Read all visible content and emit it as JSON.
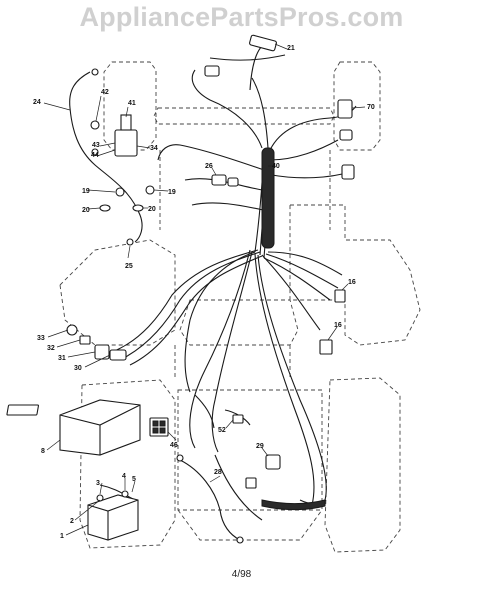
{
  "watermark": {
    "text": "AppliancePartsPros.com"
  },
  "footer": {
    "text": "4/98"
  },
  "callouts": [
    {
      "id": "c1",
      "text": "1"
    },
    {
      "id": "c2",
      "text": "2"
    },
    {
      "id": "c3",
      "text": "3"
    },
    {
      "id": "c4",
      "text": "4"
    },
    {
      "id": "c5",
      "text": "5"
    },
    {
      "id": "c8",
      "text": "8"
    },
    {
      "id": "c16a",
      "text": "16"
    },
    {
      "id": "c16b",
      "text": "16"
    },
    {
      "id": "c19a",
      "text": "19"
    },
    {
      "id": "c19b",
      "text": "19"
    },
    {
      "id": "c20a",
      "text": "20"
    },
    {
      "id": "c20b",
      "text": "20"
    },
    {
      "id": "c21",
      "text": "21"
    },
    {
      "id": "c24",
      "text": "24"
    },
    {
      "id": "c25",
      "text": "25"
    },
    {
      "id": "c26",
      "text": "26"
    },
    {
      "id": "c28",
      "text": "28"
    },
    {
      "id": "c29",
      "text": "29"
    },
    {
      "id": "c30",
      "text": "30"
    },
    {
      "id": "c31",
      "text": "31"
    },
    {
      "id": "c32",
      "text": "32"
    },
    {
      "id": "c33",
      "text": "33"
    },
    {
      "id": "c34",
      "text": "34"
    },
    {
      "id": "c40",
      "text": "40"
    },
    {
      "id": "c41",
      "text": "41"
    },
    {
      "id": "c42",
      "text": "42"
    },
    {
      "id": "c43",
      "text": "43"
    },
    {
      "id": "c44",
      "text": "44"
    },
    {
      "id": "c46",
      "text": "46"
    },
    {
      "id": "c52",
      "text": "52"
    },
    {
      "id": "c70",
      "text": "70"
    }
  ]
}
